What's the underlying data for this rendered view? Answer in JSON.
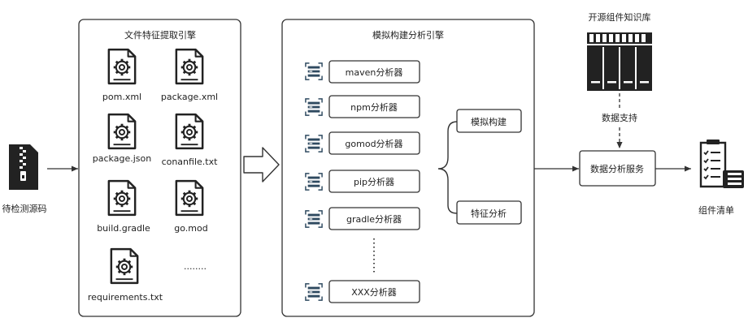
{
  "source": {
    "label": "待检测源码"
  },
  "extract_engine": {
    "title": "文件特征提取引擎",
    "files": [
      "pom.xml",
      "package.xml",
      "package.json",
      "conanfile.txt",
      "build.gradle",
      "go.mod",
      "requirements.txt"
    ],
    "more": "........"
  },
  "build_engine": {
    "title": "模拟构建分析引擎",
    "analyzers": [
      "maven分析器",
      "npm分析器",
      "gomod分析器",
      "pip分析器",
      "gradle分析器",
      "XXX分析器"
    ],
    "steps": [
      "模拟构建",
      "特征分析"
    ]
  },
  "knowledge_base": {
    "title": "开源组件知识库",
    "support_label": "数据支持"
  },
  "service": {
    "label": "数据分析服务"
  },
  "output": {
    "label": "组件清单"
  }
}
